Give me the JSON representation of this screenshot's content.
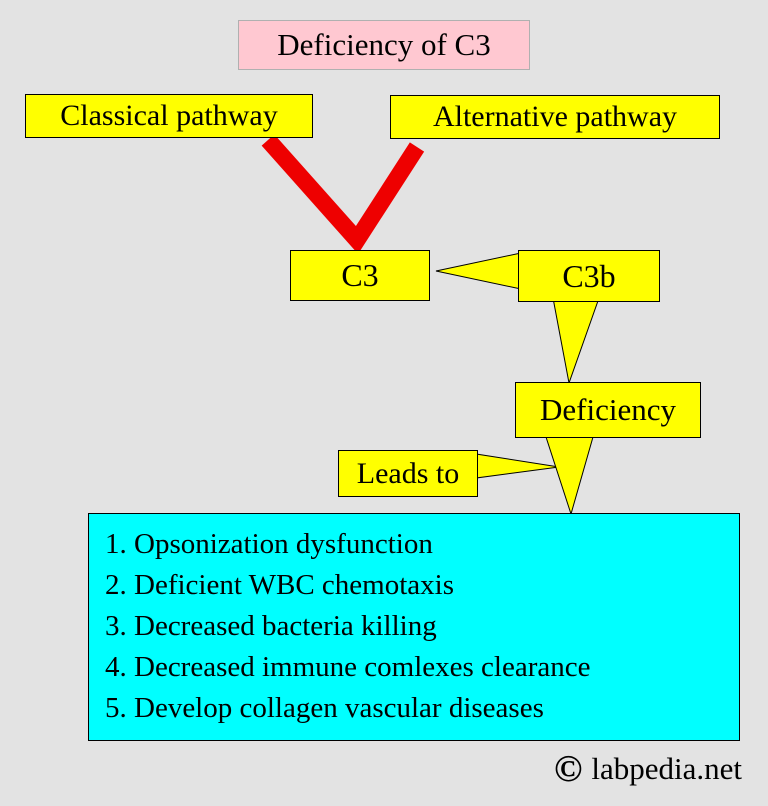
{
  "title": "Deficiency of C3",
  "pathways": {
    "classical": "Classical pathway",
    "alternative": "Alternative pathway"
  },
  "nodes": {
    "c3": "C3",
    "c3b": "C3b",
    "deficiency": "Deficiency",
    "leads_to": "Leads to"
  },
  "effects": {
    "items": [
      "1. Opsonization dysfunction",
      "2. Deficient WBC chemotaxis",
      "3. Decreased bacteria killing",
      "4. Decreased immune comlexes clearance",
      "5. Develop collagen vascular diseases"
    ]
  },
  "footer": {
    "copyright_symbol": "©",
    "site": "labpedia.net"
  },
  "colors": {
    "background": "#e3e3e3",
    "title_bg": "#ffc8d1",
    "node_bg": "#ffff00",
    "effects_bg": "#00ffff",
    "connector_red": "#ee0000",
    "border": "#000000"
  }
}
